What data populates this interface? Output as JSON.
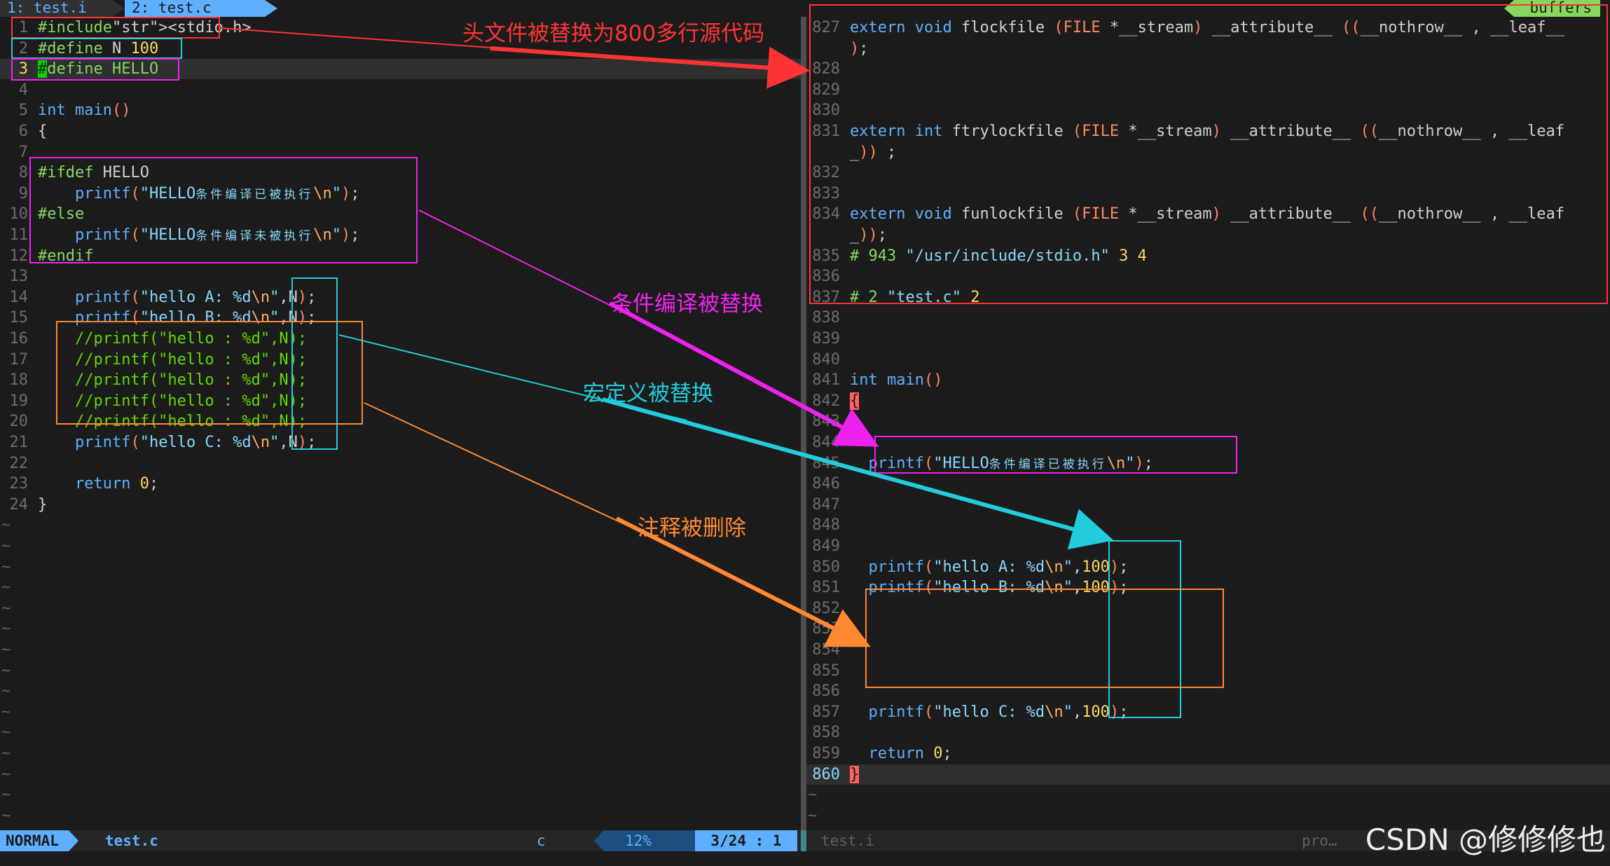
{
  "tabline": {
    "tab1": "1: test.i",
    "tab2": "2: test.c",
    "buffers": "buffers"
  },
  "left_pane": {
    "lines": [
      {
        "n": "1",
        "t": "#include<stdio.h>"
      },
      {
        "n": "2",
        "t": "#define N 100"
      },
      {
        "n": "3",
        "t": "#define HELLO"
      },
      {
        "n": "4",
        "t": ""
      },
      {
        "n": "5",
        "t": "int main()"
      },
      {
        "n": "6",
        "t": "{"
      },
      {
        "n": "7",
        "t": ""
      },
      {
        "n": "8",
        "t": "#ifdef HELLO"
      },
      {
        "n": "9",
        "t": "    printf(\"HELLO条件编译已被执行\\n\");"
      },
      {
        "n": "10",
        "t": "#else"
      },
      {
        "n": "11",
        "t": "    printf(\"HELLO条件编译未被执行\\n\");"
      },
      {
        "n": "12",
        "t": "#endif"
      },
      {
        "n": "13",
        "t": ""
      },
      {
        "n": "14",
        "t": "    printf(\"hello A: %d\\n\",N);"
      },
      {
        "n": "15",
        "t": "    printf(\"hello B: %d\\n\",N);"
      },
      {
        "n": "16",
        "t": "    //printf(\"hello : %d\",N);"
      },
      {
        "n": "17",
        "t": "    //printf(\"hello : %d\",N);"
      },
      {
        "n": "18",
        "t": "    //printf(\"hello : %d\",N);"
      },
      {
        "n": "19",
        "t": "    //printf(\"hello : %d\",N);"
      },
      {
        "n": "20",
        "t": "    //printf(\"hello : %d\",N);"
      },
      {
        "n": "21",
        "t": "    printf(\"hello C: %d\\n\",N);"
      },
      {
        "n": "22",
        "t": ""
      },
      {
        "n": "23",
        "t": "    return 0;"
      },
      {
        "n": "24",
        "t": "}"
      }
    ]
  },
  "right_pane": {
    "lines": [
      {
        "n": "827",
        "t": "extern void flockfile (FILE *__stream) __attribute__ ((__nothrow__ , __leaf__"
      },
      {
        "n": "",
        "t": ");"
      },
      {
        "n": "828",
        "t": ""
      },
      {
        "n": "829",
        "t": ""
      },
      {
        "n": "830",
        "t": ""
      },
      {
        "n": "831",
        "t": "extern int ftrylockfile (FILE *__stream) __attribute__ ((__nothrow__ , __leaf"
      },
      {
        "n": "",
        "t": "_)) ;"
      },
      {
        "n": "832",
        "t": ""
      },
      {
        "n": "833",
        "t": ""
      },
      {
        "n": "834",
        "t": "extern void funlockfile (FILE *__stream) __attribute__ ((__nothrow__ , __leaf"
      },
      {
        "n": "",
        "t": "_));"
      },
      {
        "n": "835",
        "t": "# 943 \"/usr/include/stdio.h\" 3 4"
      },
      {
        "n": "836",
        "t": ""
      },
      {
        "n": "837",
        "t": "# 2 \"test.c\" 2"
      },
      {
        "n": "838",
        "t": ""
      },
      {
        "n": "839",
        "t": ""
      },
      {
        "n": "840",
        "t": ""
      },
      {
        "n": "841",
        "t": "int main()"
      },
      {
        "n": "842",
        "t": "{"
      },
      {
        "n": "843",
        "t": ""
      },
      {
        "n": "844",
        "t": ""
      },
      {
        "n": "845",
        "t": "  printf(\"HELLO条件编译已被执行\\n\");"
      },
      {
        "n": "846",
        "t": ""
      },
      {
        "n": "847",
        "t": ""
      },
      {
        "n": "848",
        "t": ""
      },
      {
        "n": "849",
        "t": ""
      },
      {
        "n": "850",
        "t": "  printf(\"hello A: %d\\n\",100);"
      },
      {
        "n": "851",
        "t": "  printf(\"hello B: %d\\n\",100);"
      },
      {
        "n": "852",
        "t": ""
      },
      {
        "n": "853",
        "t": ""
      },
      {
        "n": "854",
        "t": ""
      },
      {
        "n": "855",
        "t": ""
      },
      {
        "n": "856",
        "t": ""
      },
      {
        "n": "857",
        "t": "  printf(\"hello C: %d\\n\",100);"
      },
      {
        "n": "858",
        "t": ""
      },
      {
        "n": "859",
        "t": "  return 0;"
      },
      {
        "n": "860",
        "t": "}"
      }
    ]
  },
  "statusline": {
    "mode": "NORMAL",
    "file": "test.c",
    "filetype": "c",
    "percent": "12%",
    "position": "3/24 :  1",
    "right_file": "test.i",
    "right_info": "pro…"
  },
  "annotations": {
    "header_replaced": "头文件被替换为800多行源代码",
    "conditional_replaced": "条件编译被替换",
    "macro_replaced": "宏定义被替换",
    "comments_removed": "注释被删除"
  },
  "watermark": "CSDN @修修修也",
  "colors": {
    "red": "#ff3333",
    "magenta": "#ee22ee",
    "cyan": "#22ccdd",
    "orange": "#ff8833",
    "accent_blue": "#5fafff"
  }
}
